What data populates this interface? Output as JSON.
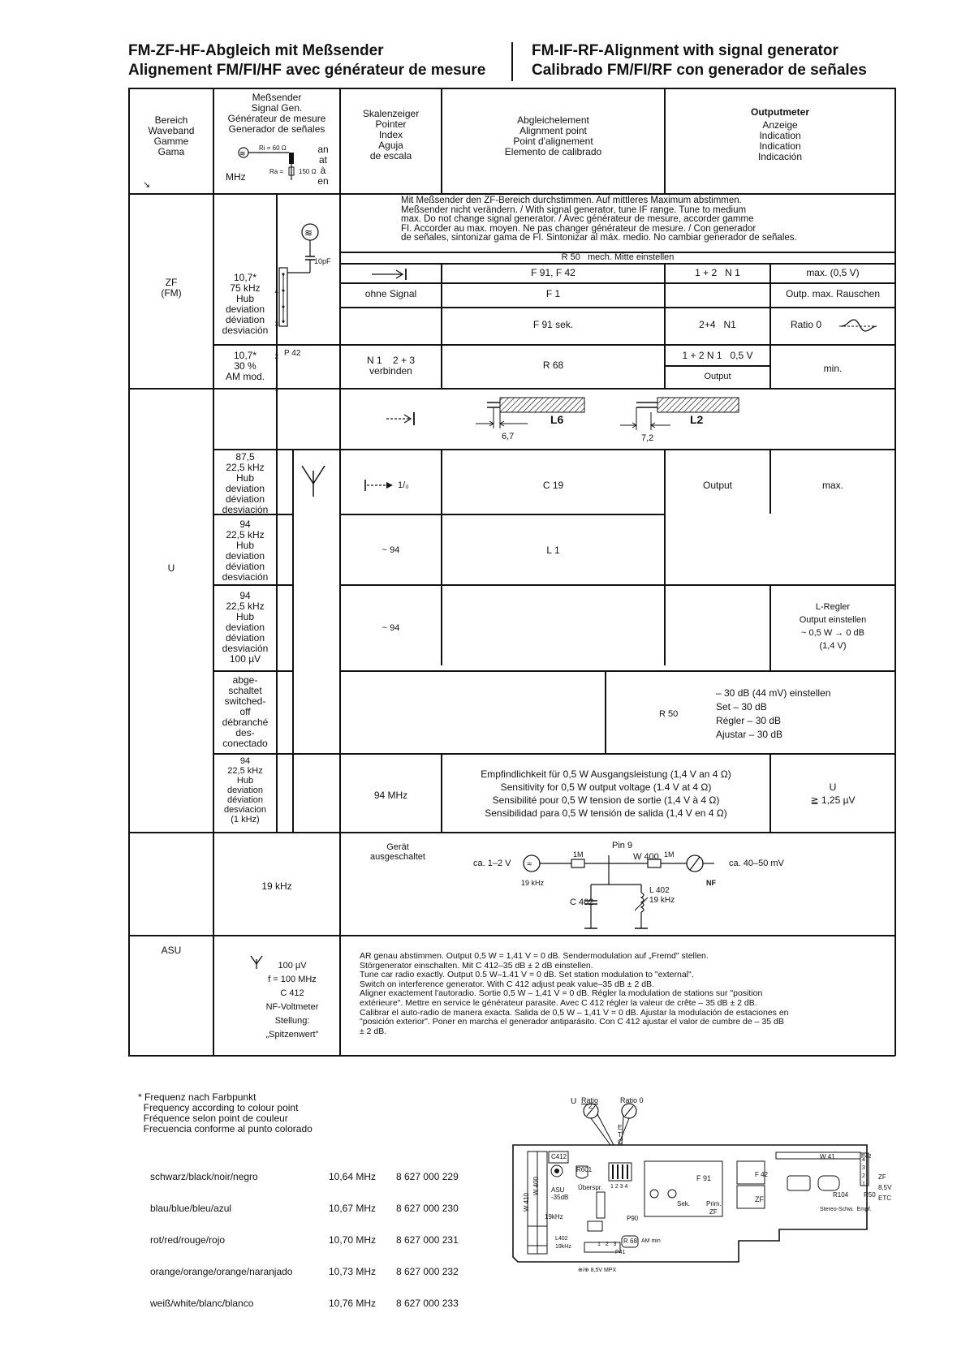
{
  "title": {
    "left_line1": "FM-ZF-HF-Abgleich mit Meßsender",
    "left_line2": "Alignement FM/FI/HF avec générateur de mesure",
    "right_line1": "FM-IF-RF-Alignment with signal generator",
    "right_line2": "Calibrado FM/FI/RF con generador de señales"
  },
  "header": {
    "range": "Bereich\nWaveband\nGamme\nGama",
    "generator": "Meßsender\nSignal Gen.\nGénérateur de mesure\nGenerador de señales",
    "gen_an": "an\nat\nà\nen",
    "gen_mhz": "MHz",
    "gen_ri": "Ri = 60 Ω",
    "gen_ra": "Ra =",
    "gen_150": "150 Ω",
    "pointer": "Skalenzeiger\nPointer\nIndex\nAguja\nde escala",
    "alignment": "Abgleichelement\nAlignment point\nPoint d'alignement\nElemento de calibrado",
    "output_title": "Outputmeter",
    "output": "Anzeige\nIndication\nIndication\nIndicación"
  },
  "zf": {
    "label": "ZF\n(FM)",
    "note": "Mit Meßsender den ZF-Bereich durchstimmen. Auf mittleres Maximum abstimmen.\nMeßsender nicht verändern. / With signal generator, tune IF range. Tune to medium\nmax. Do not change signal generator. / Avec générateur de mesure, accorder gamme\nFI. Accorder au max. moyen. Ne pas changer générateur de mesure. / Con generador\nde señales, sintonizar gama de FI. Sintonizar al máx. medio. No cambiar generador de señales.",
    "r50": "R 50   mech. Mitte einstellen",
    "freq1": "10,7*\n75 kHz\nHub\ndeviation\ndéviation\ndesviación",
    "freq2": "10,7*\n30 %\nAM mod.",
    "cap": "10pF",
    "p42": "P 42",
    "pins": [
      "4",
      "3",
      "2",
      "1"
    ],
    "row1_align": "F 91, F 42",
    "row1_n": "1 + 2   N 1",
    "row1_out": "max. (0,5 V)",
    "row2_ptr": "ohne Signal",
    "row2_align": "F 1",
    "row2_out": "Outp. max. Rauschen",
    "row3_align": "F 91 sek.",
    "row3_n": "2+4   N1",
    "row3_out": "Ratio 0",
    "row4_ptr": "N 1    2 + 3\nverbinden",
    "row4_align": "R 68",
    "row4_n": "1 + 2 N 1   0,5 V",
    "row4_output": "Output",
    "row4_out": "min."
  },
  "u": {
    "label": "U",
    "coil_l6": "L6",
    "coil_l2": "L2",
    "dim_l6": "6,7",
    "dim_l2": "7,2",
    "row1_freq": "87,5\n22,5 kHz\nHub\ndeviation\ndéviation\ndesviación",
    "row1_ptr": "1/₀",
    "row1_align": "C 19",
    "row1_n": "Output",
    "row1_out": "max.",
    "row2_freq": "94\n22,5 kHz\nHub\ndeviation\ndéviation\ndesviación",
    "row2_ptr": "~ 94",
    "row2_align": "L 1",
    "row3_freq": "94\n22,5 kHz\nHub\ndeviation\ndéviation\ndesviación\n100 µV",
    "row3_ptr": "~ 94",
    "row3_out": "L-Regler\nOutput einstellen\n~ 0,5 W → 0 dB\n(1,4 V)",
    "row4_freq": "abge-\nschaltet\nswitched-\noff\ndébranché\ndes-\nconectado",
    "row4_r50": "R 50",
    "row4_out": "– 30 dB (44 mV) einstellen\nSet – 30 dB\nRégler – 30 dB\nAjustar – 30 dB",
    "row5_freq": "94\n22,5 kHz\nHub\ndeviation\ndéviation\ndesviacion\n(1 kHz)",
    "row5_ptr": "94 MHz",
    "row5_align": "Empfindlichkeit für 0,5 W Ausgangsleistung (1,4 V an 4 Ω)\nSensitivity for 0,5 W output voltage (1.4 V at 4 Ω)\nSensibilité pour 0,5 W tension de sortie (1,4 V à 4 Ω)\nSensibilidad para 0,5 W tensión de salida (1,4 V en 4 Ω)",
    "row5_out": "U\n≧ 1,25 µV"
  },
  "asu": {
    "label": "ASU",
    "freq": "19 kHz",
    "gerat": "Gerät\nausgeschaltet",
    "pin9": "Pin 9",
    "ca12": "ca. 1–2 V",
    "ca4050": "ca. 40–50 mV",
    "r1m_a": "1M",
    "r1m_b": "1M",
    "w400": "W 400",
    "f19": "19 kHz",
    "nf": "NF",
    "c402": "C 402",
    "l402": "L 402\n19 kHz",
    "gen": "100 µV\nf = 100 MHz\nC 412\nNF-Voltmeter\nStellung:\n„Spitzenwert\"",
    "text": "AR genau abstimmen. Output 0,5 W = 1,41 V = 0 dB. Sendermodulation auf „Fremd\" stellen.\nStörgenerator einschalten. Mit C 412–35 dB ± 2 dB einstellen.\nTune car radio exactly. Output 0.5 W–1.41 V = 0 dB. Set station modulation to \"external\".\nSwitch on interference generator. With C 412 adjust peak value–35 dB ± 2 dB.\nAligner exactement l'autoradio. Sortie 0,5 W – 1,41 V = 0 dB. Régler la modulation de stations sur \"position\nextérieure\". Mettre en service le générateur parasite. Avec C 412 régler la valeur de crête – 35 dB ± 2 dB.\nCalibrar el auto-radio de manera exacta. Salida de 0,5 W – 1,41 V = 0 dB. Ajustar la modulación de estaciones en\n\"posición exterior\". Poner en marcha el generador antiparásito. Con C 412 ajustar el valor de cumbre de – 35 dB\n± 2 dB."
  },
  "footnote": {
    "text": "* Frequenz nach Farbpunkt\n  Frequency according to colour point\n  Fréquence selon point de couleur\n  Frecuencia conforme al punto colorado",
    "colors": [
      "schwarz/black/noir/negro",
      "blau/blue/bleu/azul",
      "rot/red/rouge/rojo",
      "orange/orange/orange/naranjado",
      "weiß/white/blanc/blanco"
    ],
    "freqs": [
      "10,64 MHz",
      "10,67 MHz",
      "10,70 MHz",
      "10,73 MHz",
      "10,76 MHz"
    ],
    "parts": [
      "8 627 000 229",
      "8 627 000 230",
      "8 627 000 231",
      "8 627 000 232",
      "8 627 000 233"
    ]
  },
  "board": {
    "u": "U",
    "ratio": "Ratio",
    "ratio0": "Ratio 0",
    "etc": "E\nT\nC",
    "c412": "C412",
    "asu": "ASU\n-35dB",
    "r601": "R601",
    "uberspr": "Überspr.",
    "pins1234": "1 2 3 4",
    "f91": "F 91",
    "sek": "Sek.",
    "prim": "Prim.",
    "zf_small": "ZF",
    "f42": "F 42",
    "zf_box": "ZF",
    "w41": "W 41",
    "p42": "P42",
    "r104": "R104",
    "r50": "R50",
    "stereo": "Stereo-Schw.  Empf.",
    "w410": "W 410",
    "w400": "W 400",
    "f19khz": "19kHz",
    "p90": "P90",
    "l402": "L402\n19kHz",
    "r68": "R 68",
    "ammin": "AM min",
    "p41": "P41",
    "p41pins": "1   2   3",
    "mpx": "⊕/⊕ 8,5V MPX",
    "side": "ZF\n8,5V\nETC",
    "side_pins": "4\n3\n2\n1",
    "num_mini": "2"
  }
}
